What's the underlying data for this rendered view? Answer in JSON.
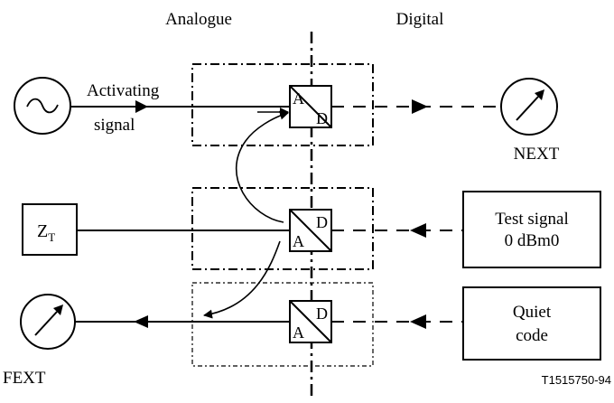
{
  "header": {
    "left_label": "Analogue",
    "right_label": "Digital"
  },
  "signal_source": {
    "label_line1": "Activating",
    "label_line2": "signal"
  },
  "converter_letters": {
    "a": "A",
    "d": "D"
  },
  "impedance": {
    "main": "Z",
    "subscript": "T"
  },
  "meters": {
    "next_label": "NEXT",
    "fext_label": "FEXT"
  },
  "boxes": {
    "test_signal_line1": "Test signal",
    "test_signal_line2": "0 dBm0",
    "quiet_line1": "Quiet",
    "quiet_line2": "code"
  },
  "figure_ref": "T1515750-94"
}
